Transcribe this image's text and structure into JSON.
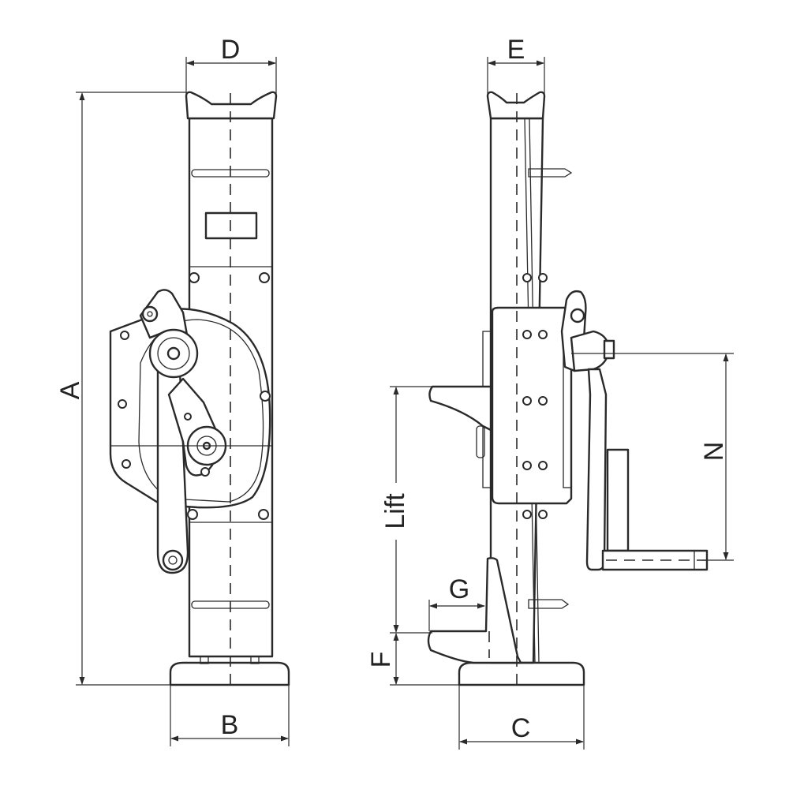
{
  "labels": {
    "A": "A",
    "B": "B",
    "C": "C",
    "D": "D",
    "E": "E",
    "F": "F",
    "G": "G",
    "N": "N",
    "lift": "Lift"
  },
  "colors": {
    "line": "#2a2a2a",
    "background": "#ffffff"
  }
}
